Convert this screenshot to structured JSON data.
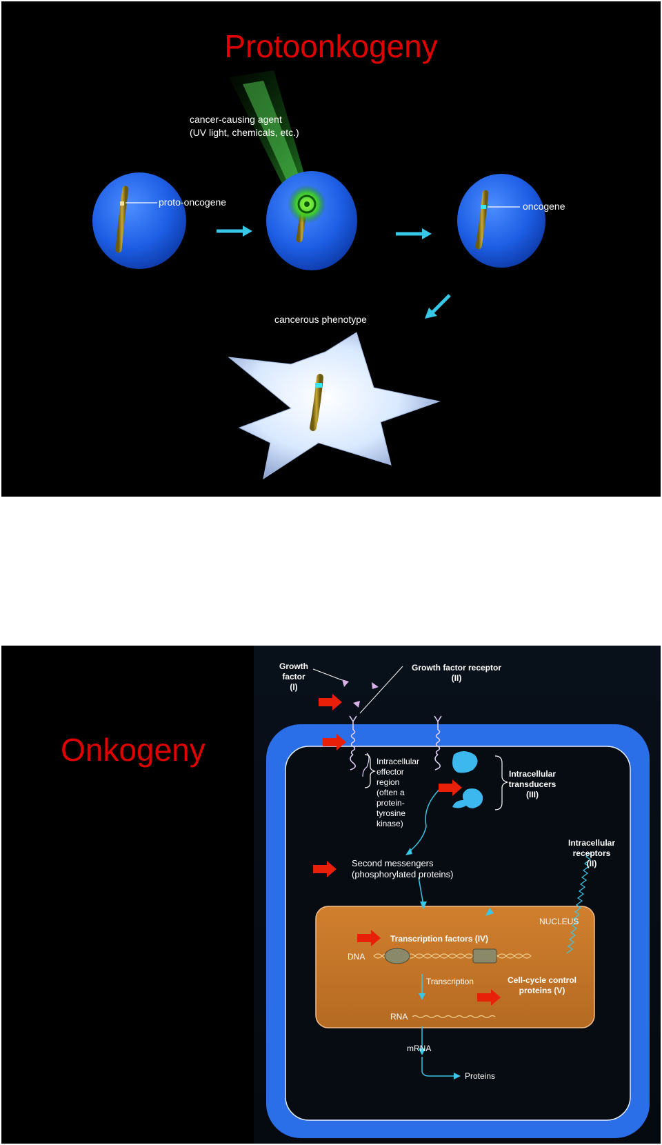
{
  "slide1": {
    "title": "Protoonkogeny",
    "agent_label_line1": "cancer-causing agent",
    "agent_label_line2": "(UV light, chemicals, etc.)",
    "proto_label": "proto-oncogene",
    "onco_label": "oncogene",
    "phenotype_label": "cancerous phenotype"
  },
  "slide2": {
    "title": "Onkogeny",
    "growth_factor_line1": "Growth",
    "growth_factor_line2": "factor",
    "growth_factor_line3": "(I)",
    "receptor_line1": "Growth factor receptor",
    "receptor_line2": "(II)",
    "effector_lines": [
      "Intracellular",
      "effector",
      "region",
      "(often a",
      "protein-",
      "tyrosine",
      "kinase)"
    ],
    "transducers_line1": "Intracellular",
    "transducers_line2": "transducers",
    "transducers_line3": "(III)",
    "receptors_line1": "Intracellular",
    "receptors_line2": "receptors",
    "receptors_line3": "(II)",
    "second_line1": "Second messengers",
    "second_line2": "(phosphorylated proteins)",
    "nucleus_label": "NUCLEUS",
    "tf_label": "Transcription factors (IV)",
    "dna_label": "DNA",
    "transcription_label": "Transcription",
    "cellcycle_line1": "Cell-cycle control",
    "cellcycle_line2": "proteins (V)",
    "rna_label": "RNA",
    "mrna_label": "mRNA",
    "proteins_label": "Proteins"
  },
  "colors": {
    "title_red": "#e00000",
    "cell_blue": "#2a6ee8",
    "arrow_cyan": "#37c8e8",
    "nucleus_orange": "#c8782a",
    "pointer_red": "#e8200a"
  }
}
